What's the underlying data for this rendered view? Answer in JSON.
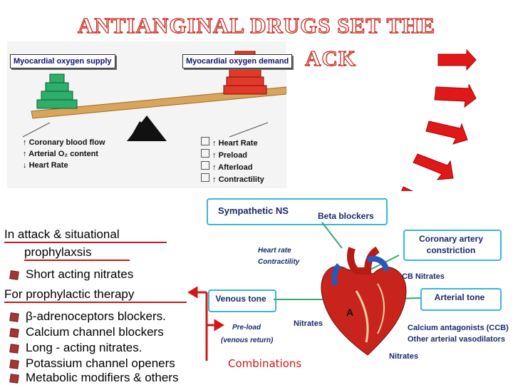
{
  "title": {
    "line1": "ANTIANGINAL DRUGS SET THE",
    "line2": "ACK"
  },
  "balance": {
    "supply_label": "Myocardial oxygen supply",
    "demand_label": "Myocardial oxygen demand",
    "supply_factors": [
      {
        "arrow": "↑",
        "text": "Coronary blood flow"
      },
      {
        "arrow": "↑",
        "text": "Arterial O₂ content"
      },
      {
        "arrow": "↓",
        "text": "Heart Rate"
      }
    ],
    "demand_factors": [
      {
        "arrow": "↑",
        "text": "Heart Rate"
      },
      {
        "arrow": "↑",
        "text": "Preload"
      },
      {
        "arrow": "↑",
        "text": "Afterload"
      },
      {
        "arrow": "↑",
        "text": "Contractility"
      }
    ]
  },
  "left_panel": {
    "heading1_line1": "In attack & situational",
    "heading1_line2": "prophylaxsis",
    "item1": "Short acting nitrates",
    "heading2": "For prophylactic therapy",
    "items": [
      "β-adrenoceptors blockers.",
      "Calcium channel blockers",
      "Long - acting nitrates.",
      "Potassium channel openers",
      "Metabolic modifiers & others"
    ],
    "combinations": "Combinations"
  },
  "heart_diagram": {
    "sympathetic": "Sympathetic NS",
    "beta_blockers": "Beta blockers",
    "heart_rate": "Heart rate",
    "contractility": "Contractility",
    "coronary_line1": "Coronary artery",
    "coronary_line2": "constriction",
    "ccb_nitrates": "CCB Nitrates",
    "venous_tone": "Venous tone",
    "arterial_tone": "Arterial tone",
    "preload": "Pre-load",
    "venous_return": "(venous return)",
    "nitrates_mid": "Nitrates",
    "ca_line1": "Calcium antagonists (CCB)",
    "ca_line2": "Other arterial vasodilators",
    "nitrates_bottom": "Nitrates",
    "chamber_label": "A"
  },
  "colors": {
    "title_outline": "#c8281e",
    "red_arrow": "#e01818",
    "supply_stack": "#2fae6a",
    "demand_stack": "#e23a2a",
    "beam": "#d9a55a",
    "cyan_border": "#38b7d8",
    "underline": "#c81818"
  }
}
